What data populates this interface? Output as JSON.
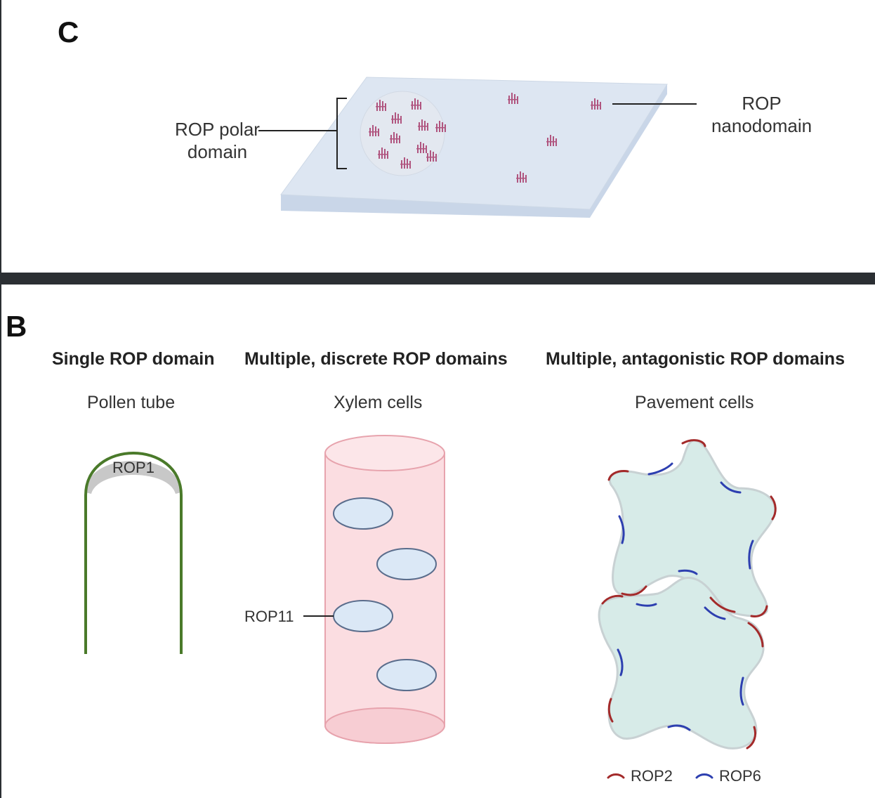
{
  "panel_c": {
    "letter": "C",
    "polar_label": "ROP polar\ndomain",
    "nano_label": "ROP\nnanodomain"
  },
  "panel_b": {
    "letter": "B",
    "columns": [
      {
        "header": "Single ROP domain",
        "subtitle": "Pollen tube",
        "label": "ROP1"
      },
      {
        "header": "Multiple, discrete  ROP domains",
        "subtitle": "Xylem cells",
        "label": "ROP11"
      },
      {
        "header": "Multiple, antagonistic  ROP domains",
        "subtitle": "Pavement  cells"
      }
    ],
    "legend": [
      {
        "label": "ROP2",
        "color": "#a32a2a"
      },
      {
        "label": "ROP6",
        "color": "#2d3fb0"
      }
    ]
  },
  "colors": {
    "membrane": "#dde6f2",
    "rop_molecule": "#b0557f",
    "pollen_wall": "#4a7a2a",
    "xylem_fill": "#fbdde1",
    "xylem_edge": "#e7a3ad",
    "ellipse_fill": "#dbe8f6",
    "ellipse_edge": "#5a6d8c",
    "pavement_fill": "#d7ebe8",
    "dark_bar": "#2b2f33"
  }
}
